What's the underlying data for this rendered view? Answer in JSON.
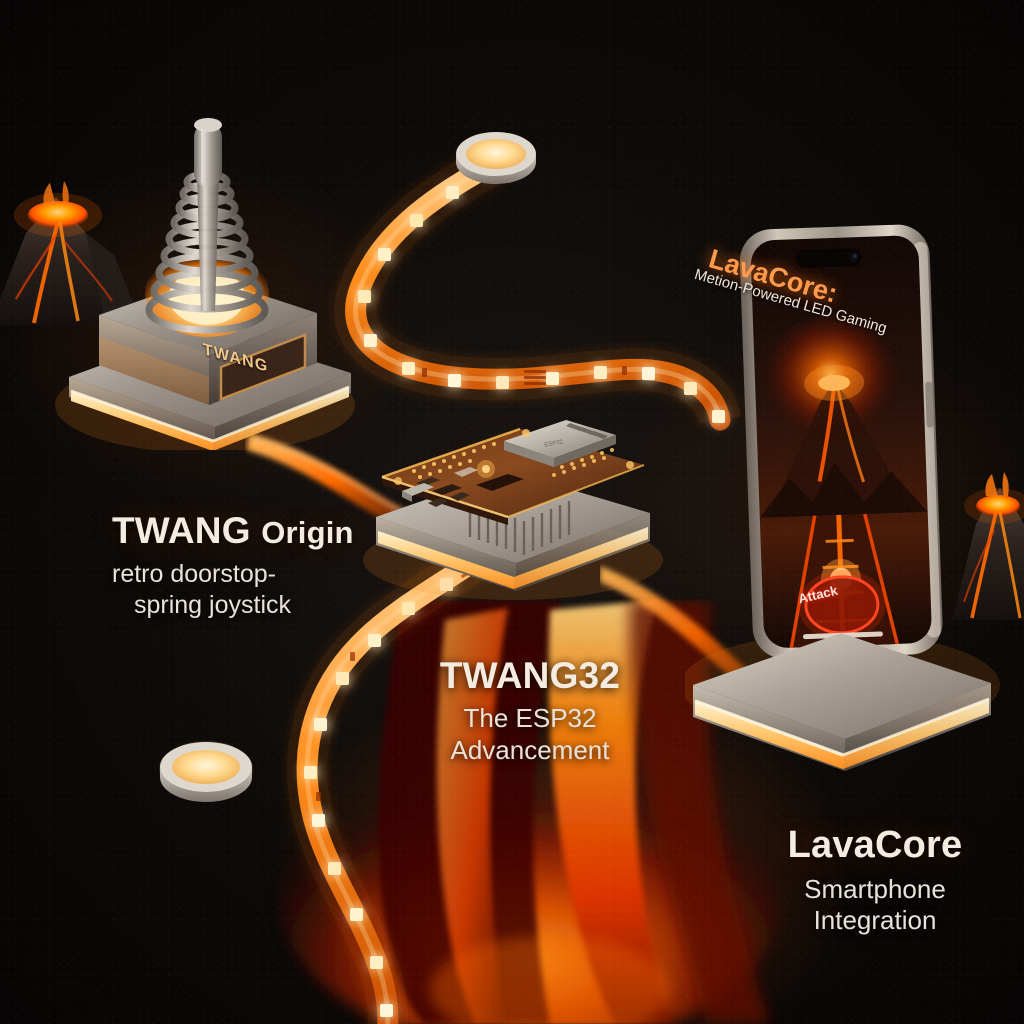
{
  "scene": {
    "title": "TWANG to LavaCore evolution",
    "background_color": "#0a0806",
    "accent_color": "#ff7a18",
    "lava_color": "#ff3c00",
    "led_color": "#ffb347",
    "metal_color": "#b9b2a8"
  },
  "stages": [
    {
      "id": "twang-origin",
      "title_bold": "TWANG",
      "title_light": "Origin",
      "subtitle_line1": "retro doorstop-",
      "subtitle_line2": "spring joystick",
      "device": "spring-joystick",
      "plaque_text": "TWANG"
    },
    {
      "id": "twang32",
      "title_bold": "TWANG32",
      "title_light": "",
      "subtitle_line1": "The ESP32",
      "subtitle_line2": "Advancement",
      "device": "esp32-dev-board"
    },
    {
      "id": "lavacore",
      "title_bold": "LavaCore",
      "title_light": "",
      "subtitle_line1": "Smartphone",
      "subtitle_line2": "Integration",
      "device": "smartphone"
    }
  ],
  "phone": {
    "app_title": "LavaCore:",
    "app_tagline": "Metion-Powered LED Gaming",
    "action_button_label": "Attack",
    "frame_finish": "titanium",
    "screen_scene": "erupting volcano lava path"
  },
  "props": {
    "volcano_left_label": "volcano-miniature",
    "volcano_right_label": "volcano-miniature",
    "led_puck_top_label": "led-puck",
    "led_puck_bottom_label": "led-puck",
    "led_strip_label": "addressable-led-strip",
    "lava_chasm_label": "lava-chasm"
  }
}
